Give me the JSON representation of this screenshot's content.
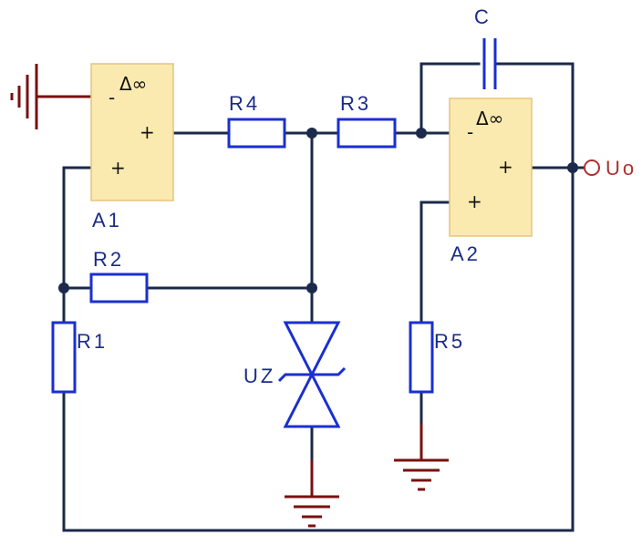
{
  "labels": {
    "r1": "R1",
    "r2": "R2",
    "r3": "R3",
    "r4": "R4",
    "r5": "R5",
    "c": "C",
    "uz": "UZ",
    "a1": "A1",
    "a2": "A2",
    "uo": "Uo"
  },
  "opamp_a1": {
    "gain_symbol": "Δ∞",
    "inv_pin": "-",
    "out_sign": "+",
    "noninv_pin": "+"
  },
  "opamp_a2": {
    "gain_symbol": "Δ∞",
    "inv_pin": "-",
    "out_sign": "+",
    "noninv_pin": "+"
  },
  "colors": {
    "wire": "#1b2a4a",
    "component": "#1a2fd0",
    "ground": "#7a1010",
    "opamp_fill": "#fbeab0",
    "label": "#1a2b8a",
    "output_terminal": "#b03030"
  }
}
